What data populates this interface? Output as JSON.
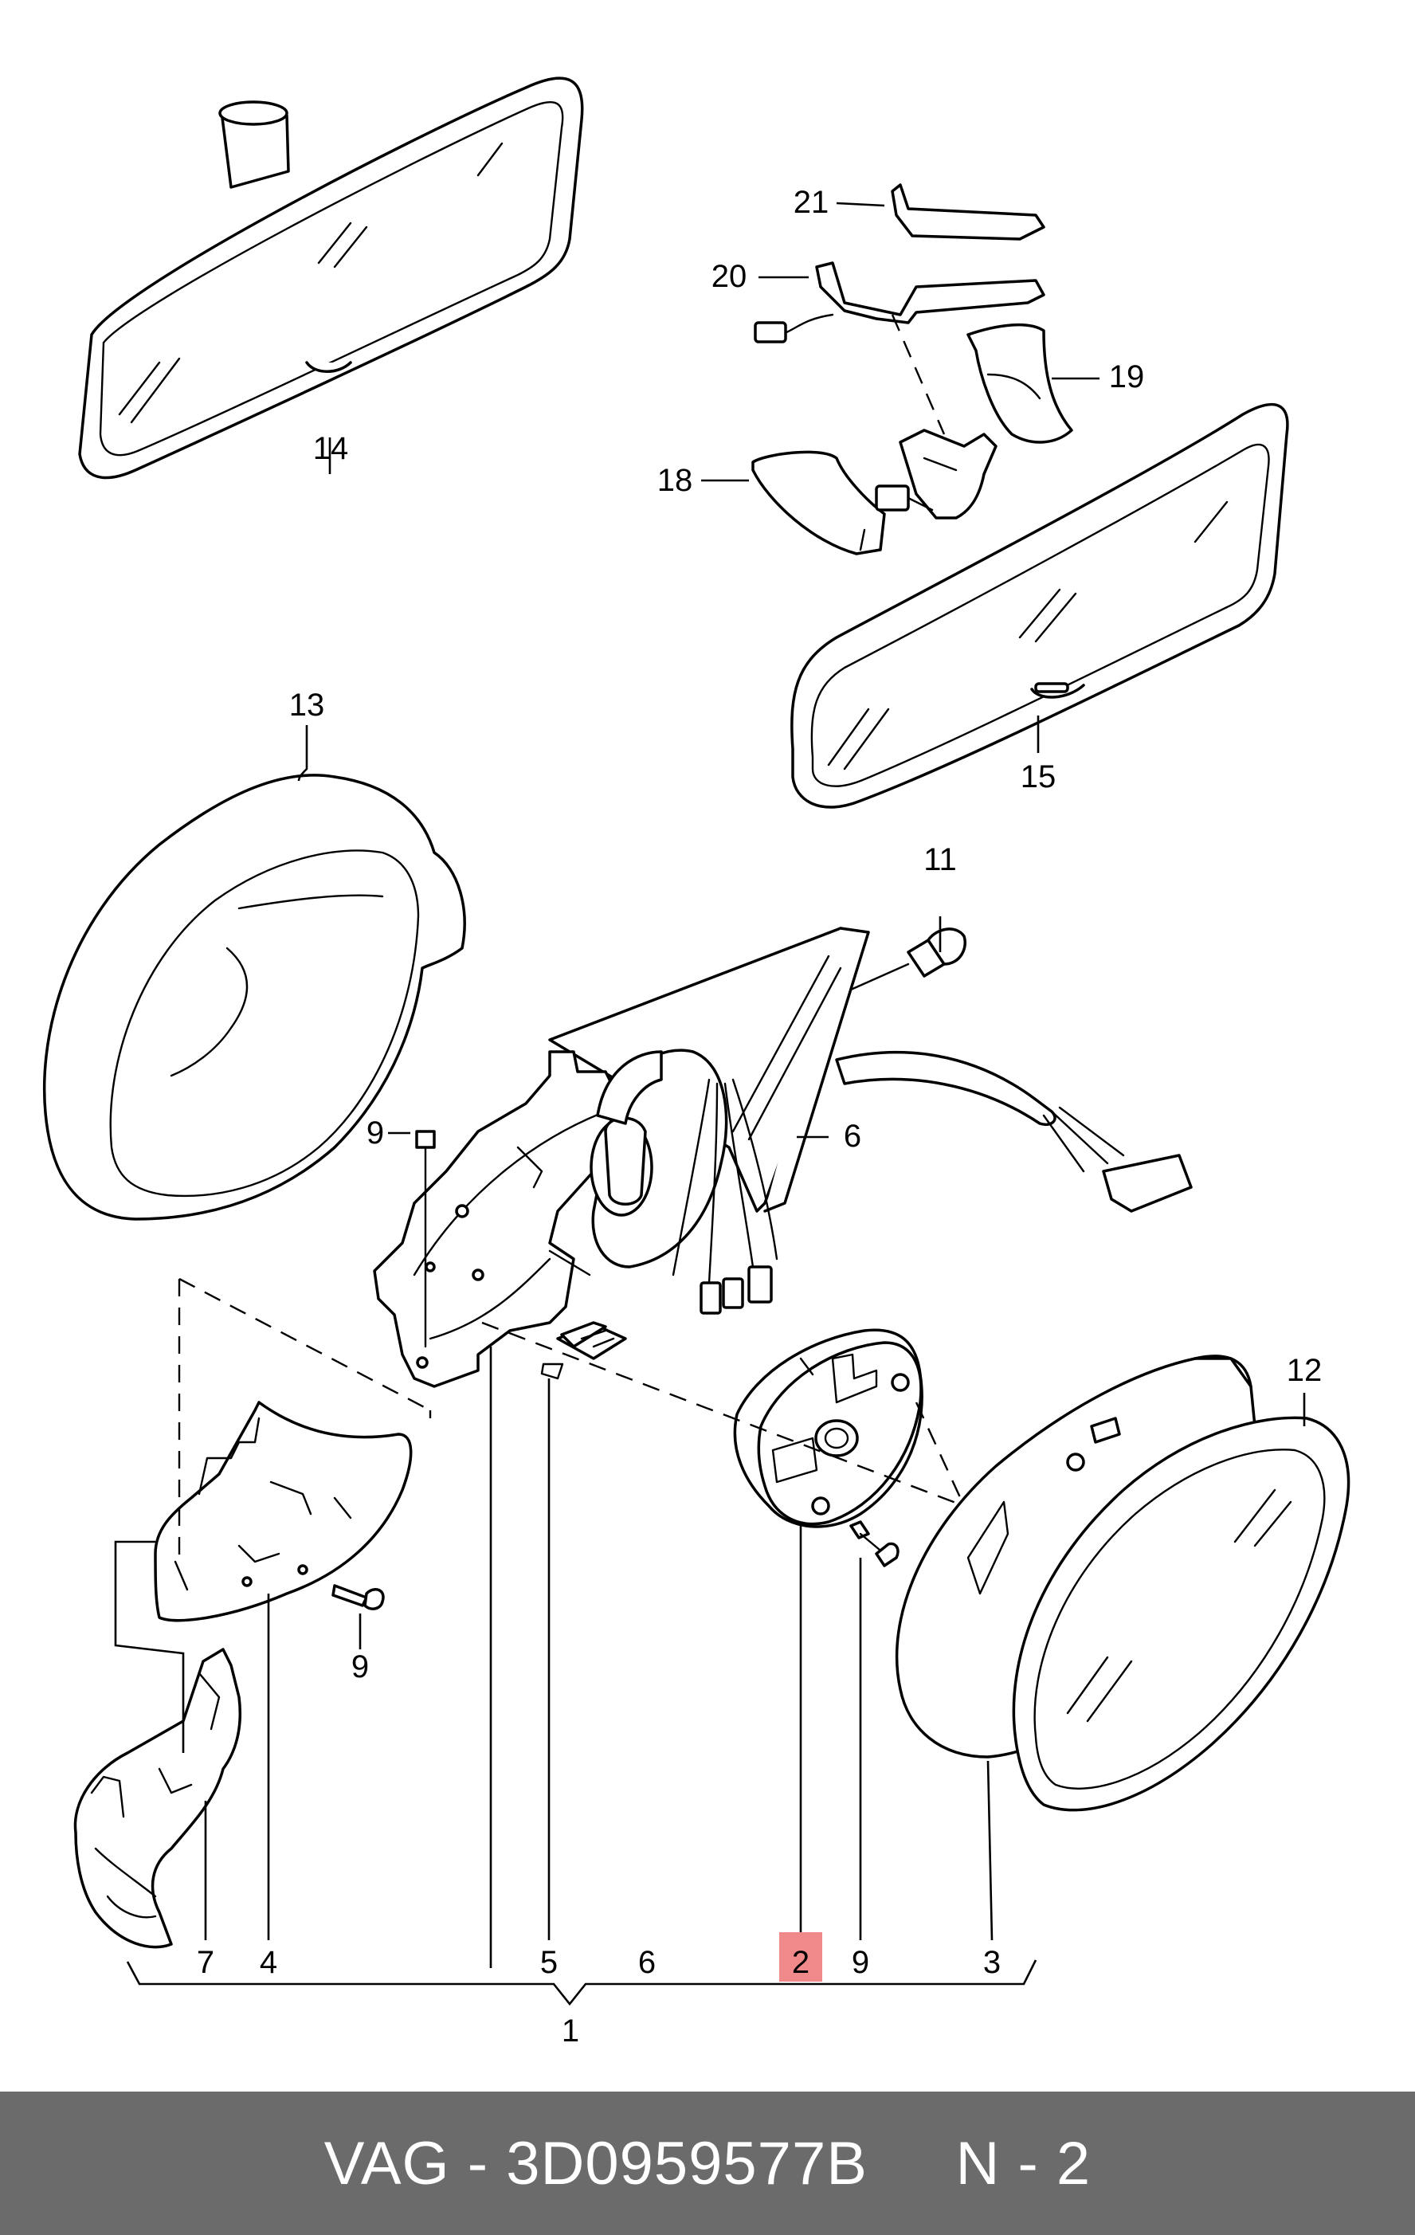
{
  "callouts": {
    "c1": "1",
    "c2": "2",
    "c3": "3",
    "c4": "4",
    "c5": "5",
    "c6a": "6",
    "c6b": "6",
    "c7": "7",
    "c9a": "9",
    "c9b": "9",
    "c9c": "9",
    "c11": "11",
    "c12": "12",
    "c13": "13",
    "c14": "14",
    "c15": "15",
    "c18": "18",
    "c19": "19",
    "c20": "20",
    "c21": "21"
  },
  "highlight_color": "#f08a8a",
  "footer": {
    "text": "VAG - 3D0959577B     N - 2",
    "background": "#6b6b6b"
  }
}
